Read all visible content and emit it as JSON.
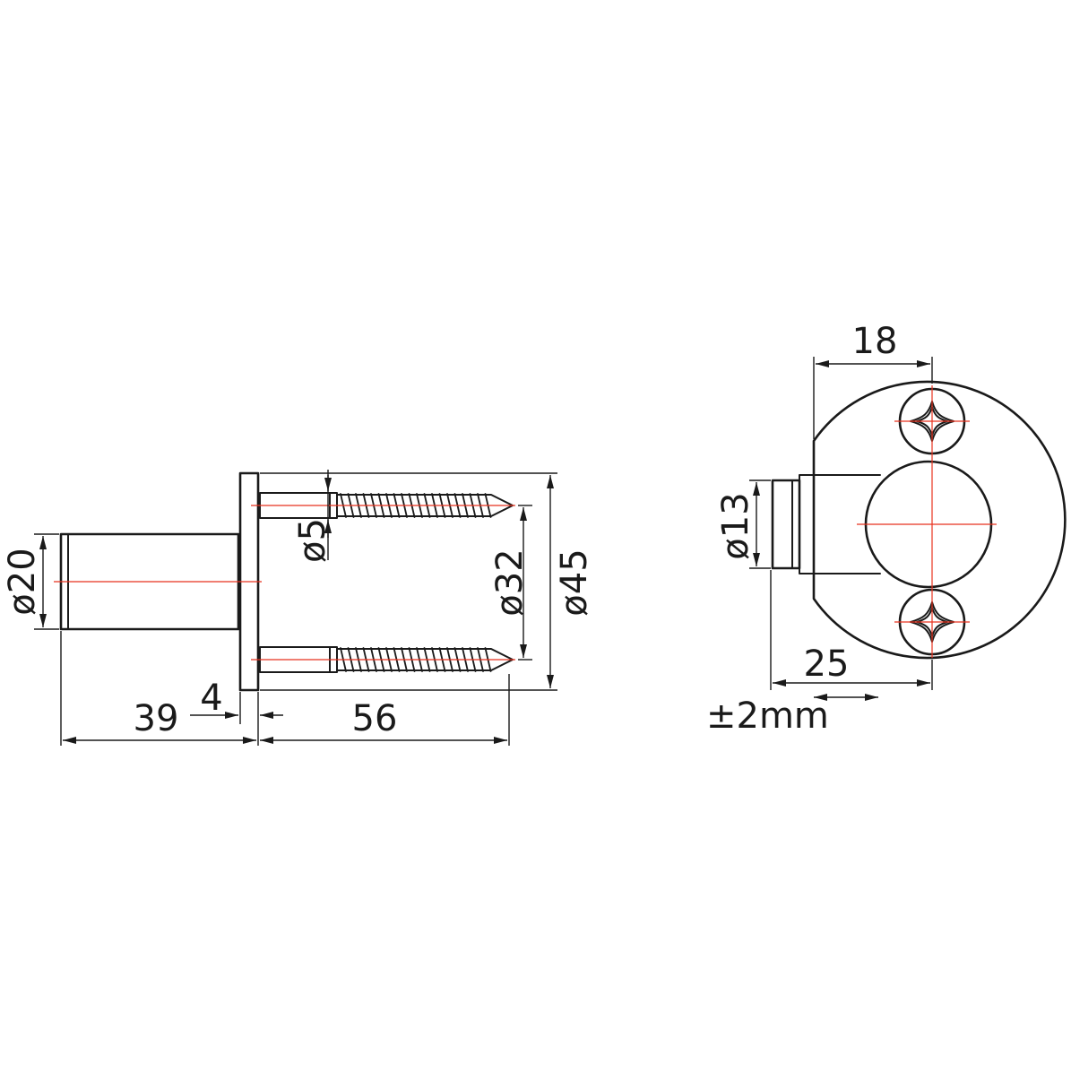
{
  "side_view": {
    "dia_pin": "ø20",
    "dia_screw": "ø5",
    "dia_bolt_circle": "ø32",
    "dia_plate": "ø45",
    "len_pin": "39",
    "len_plate": "4",
    "len_screw": "56"
  },
  "front_view": {
    "offset_top": "18",
    "dia_stub": "ø13",
    "offset_bottom": "25",
    "tolerance": "±2mm"
  },
  "colors": {
    "line": "#1a1a1a",
    "centerline": "#e8321e"
  }
}
